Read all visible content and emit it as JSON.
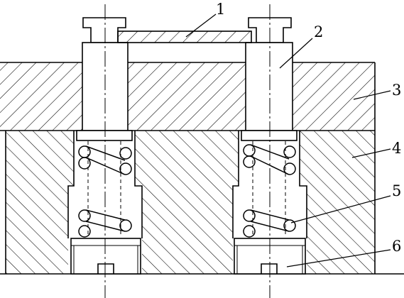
{
  "callouts": [
    {
      "id": "1",
      "label": "1"
    },
    {
      "id": "2",
      "label": "2"
    },
    {
      "id": "3",
      "label": "3"
    },
    {
      "id": "4",
      "label": "4"
    },
    {
      "id": "5",
      "label": "5"
    },
    {
      "id": "6",
      "label": "6"
    }
  ],
  "colors": {
    "line": "#000000",
    "hatch": "#000000",
    "background": "#ffffff"
  }
}
